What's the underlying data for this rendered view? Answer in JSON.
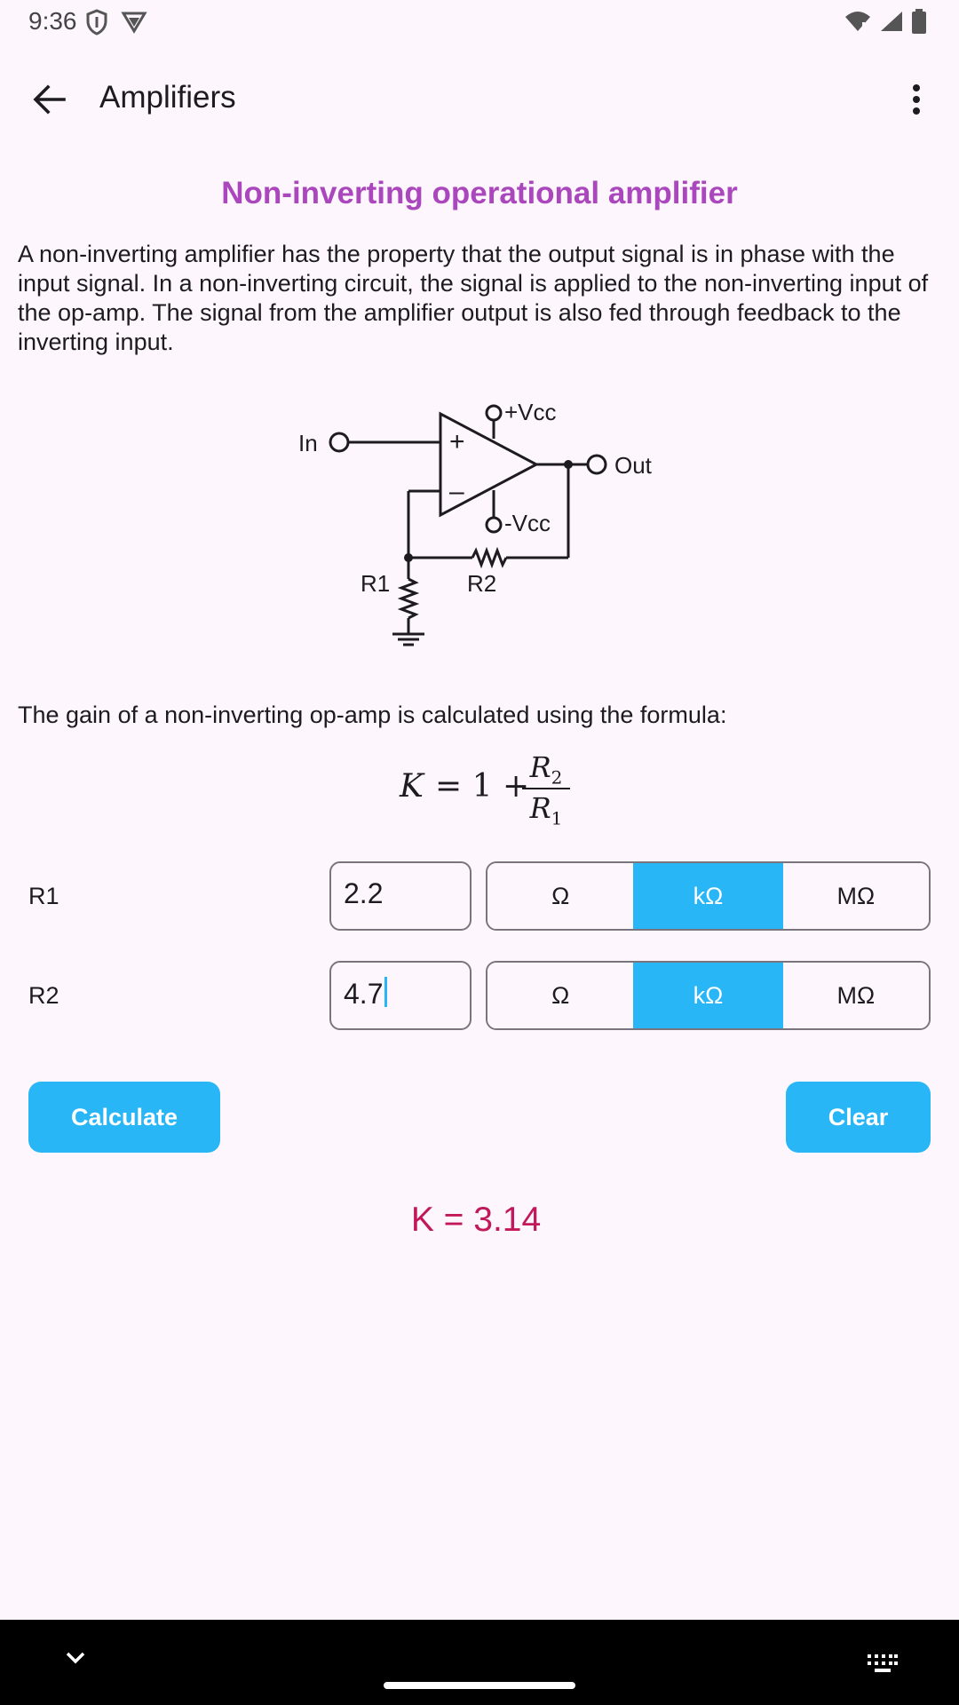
{
  "status_bar": {
    "time": "9:36",
    "icons": [
      "shield-icon",
      "vpn-icon",
      "wifi-icon",
      "signal-icon",
      "battery-icon"
    ]
  },
  "app_bar": {
    "title": "Amplifiers",
    "icons": [
      "back-arrow-icon",
      "more-vert-icon"
    ]
  },
  "content": {
    "heading": "Non-inverting operational amplifier",
    "description": "A non-inverting amplifier has the property that the output signal is in phase with the input signal. In a non-inverting circuit, the signal is applied to the non-inverting input of the op-amp. The signal from the amplifier output is also fed through feedback to the inverting input.",
    "diagram": {
      "label_in": "In",
      "label_out": "Out",
      "label_vcc_pos": "+Vcc",
      "label_vcc_neg": "-Vcc",
      "label_plus": "+",
      "label_minus": "–",
      "label_r1": "R1",
      "label_r2": "R2"
    },
    "formula_intro": "The gain of a non-inverting op-amp is calculated using the formula:",
    "formula": {
      "lhs": "K",
      "eq": "= 1 +",
      "num_sym": "R",
      "num_sub": "2",
      "den_sym": "R",
      "den_sub": "1"
    }
  },
  "inputs": {
    "r1": {
      "label": "R1",
      "value": "2.2",
      "units": [
        "Ω",
        "kΩ",
        "MΩ"
      ],
      "selected_unit": "kΩ"
    },
    "r2": {
      "label": "R2",
      "value": "4.7",
      "units": [
        "Ω",
        "kΩ",
        "MΩ"
      ],
      "selected_unit": "kΩ"
    }
  },
  "buttons": {
    "calculate": "Calculate",
    "clear": "Clear"
  },
  "result": "K = 3.14",
  "colors": {
    "accent": "#29b6f6",
    "heading": "#aa47bc",
    "result": "#c2185b",
    "background": "#fdf7fd"
  },
  "nav_bar": {
    "icons": [
      "chevron-down-icon",
      "keyboard-icon"
    ]
  }
}
